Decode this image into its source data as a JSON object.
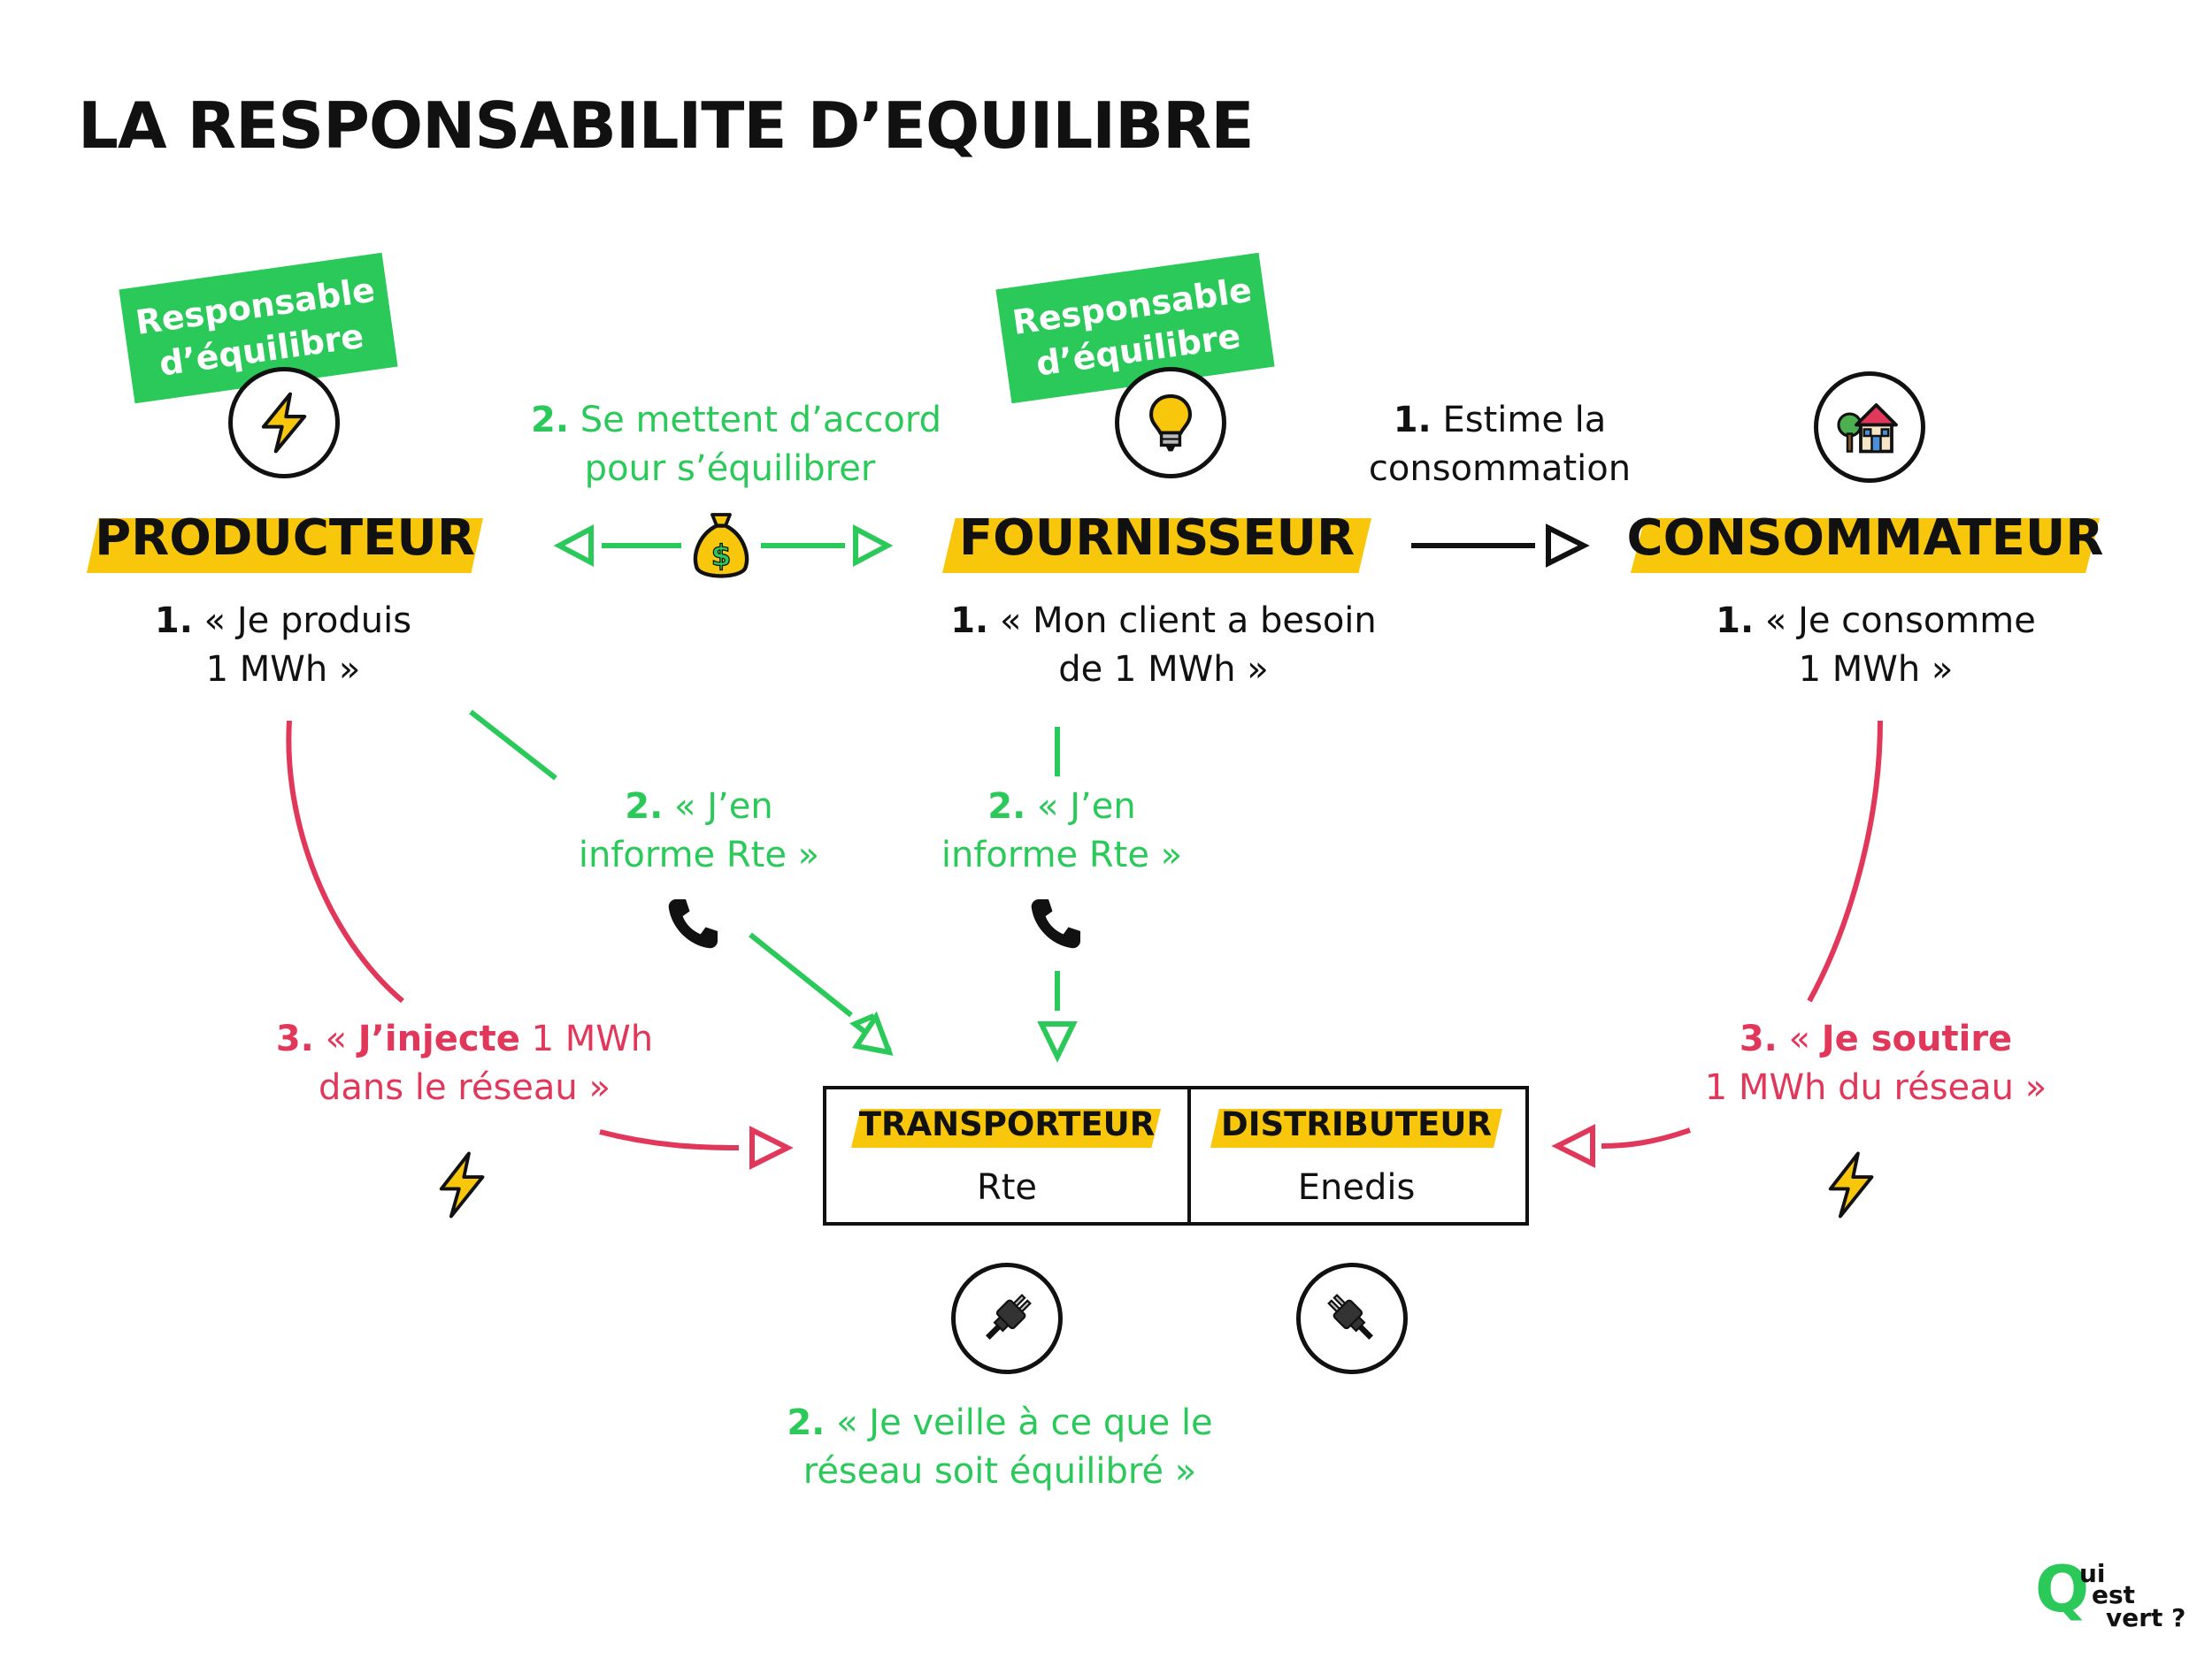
{
  "title": "LA RESPONSABILITE D’EQUILIBRE",
  "badges": {
    "producer": "Responsable d’équilibre",
    "supplier": "Responsable d’équilibre"
  },
  "actors": {
    "producer": "PRODUCTEUR",
    "supplier": "FOURNISSEUR",
    "consumer": "CONSOMMATEUR"
  },
  "agreement": {
    "num": "2.",
    "line1": "Se mettent d’accord",
    "line2": "pour s’équilibrer"
  },
  "estimate": {
    "num": "1.",
    "line1": "Estime la",
    "line2": "consommation"
  },
  "producer_step1": {
    "num": "1.",
    "line1": "« Je produis",
    "line2": "1 MWh »"
  },
  "supplier_step1": {
    "num": "1.",
    "line1": "« Mon client a besoin",
    "line2": "de 1 MWh »"
  },
  "consumer_step1": {
    "num": "1.",
    "line1": "« Je consomme",
    "line2": "1 MWh »"
  },
  "inform_producer": {
    "num": "2.",
    "line1": "« J’en",
    "line2": "informe Rte »"
  },
  "inform_supplier": {
    "num": "2.",
    "line1": "« J’en",
    "line2": "informe Rte »"
  },
  "inject": {
    "num": "3.",
    "pre": "«",
    "bold": "J’injecte",
    "rest": "1 MWh",
    "line2": "dans le réseau »"
  },
  "withdraw": {
    "num": "3.",
    "pre": "«",
    "bold": "Je soutire",
    "line2": "1 MWh du réseau »"
  },
  "operators": {
    "transport": {
      "name": "TRANSPORTEUR",
      "company": "Rte"
    },
    "distribution": {
      "name": "DISTRIBUTEUR",
      "company": "Enedis"
    }
  },
  "balance_note": {
    "num": "2.",
    "line1": "« Je veille à ce que le",
    "line2": "réseau soit équilibré »"
  },
  "logo": {
    "q": "Q",
    "ui": "ui",
    "est": "est",
    "vert": "vert ?"
  },
  "colors": {
    "green": "#2bc95a",
    "red": "#e0375a",
    "yellow": "#f8c70c",
    "black": "#111111"
  },
  "icons": [
    "lightning-icon",
    "lightbulb-icon",
    "house-icon",
    "money-bag-icon",
    "phone-icon",
    "plug-icon"
  ]
}
